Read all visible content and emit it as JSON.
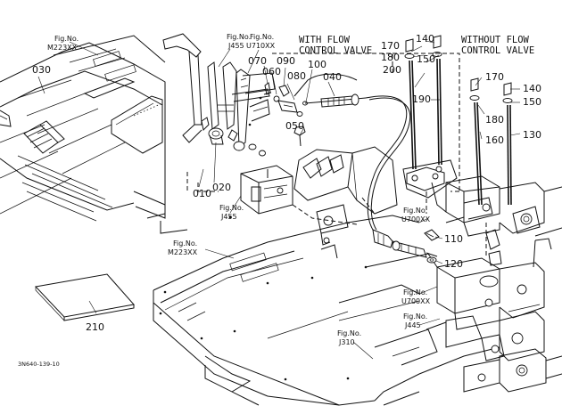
{
  "headers": {
    "with_flow_line1": "WITH FLOW",
    "with_flow_line2": "CONTROL VALVE",
    "without_flow_line1": "WITHOUT FLOW",
    "without_flow_line2": "CONTROL VALVE"
  },
  "fig_refs": [
    {
      "id": "m223-top",
      "label": "Fig.No.",
      "code": "M223XX"
    },
    {
      "id": "j455-top",
      "label": "Fig.No.",
      "code": "J455"
    },
    {
      "id": "u710",
      "label": "Fig.No.",
      "code": "U710XX"
    },
    {
      "id": "j455-mid",
      "label": "Fig.No.",
      "code": "J455"
    },
    {
      "id": "m223-mid",
      "label": "Fig.No.",
      "code": "M223XX"
    },
    {
      "id": "u700-upper",
      "label": "Fig.No.",
      "code": "U700XX"
    },
    {
      "id": "u700-lower",
      "label": "Fig.No.",
      "code": "U700XX"
    },
    {
      "id": "j445",
      "label": "Fig.No.",
      "code": "J445"
    },
    {
      "id": "j310",
      "label": "Fig.No.",
      "code": "J310"
    }
  ],
  "parts": [
    {
      "id": "p030",
      "num": "030"
    },
    {
      "id": "p070",
      "num": "070"
    },
    {
      "id": "p090",
      "num": "090"
    },
    {
      "id": "p060",
      "num": "060"
    },
    {
      "id": "p080",
      "num": "080"
    },
    {
      "id": "p100",
      "num": "100"
    },
    {
      "id": "p040",
      "num": "040"
    },
    {
      "id": "p050",
      "num": "050"
    },
    {
      "id": "p020",
      "num": "020"
    },
    {
      "id": "p010",
      "num": "010"
    },
    {
      "id": "p170a",
      "num": "170"
    },
    {
      "id": "p140a",
      "num": "140"
    },
    {
      "id": "p180a",
      "num": "180"
    },
    {
      "id": "p150a",
      "num": "150"
    },
    {
      "id": "p200",
      "num": "200"
    },
    {
      "id": "p190",
      "num": "190"
    },
    {
      "id": "p170b",
      "num": "170"
    },
    {
      "id": "p140b",
      "num": "140"
    },
    {
      "id": "p150b",
      "num": "150"
    },
    {
      "id": "p180b",
      "num": "180"
    },
    {
      "id": "p160",
      "num": "160"
    },
    {
      "id": "p130",
      "num": "130"
    },
    {
      "id": "p110",
      "num": "110"
    },
    {
      "id": "p120",
      "num": "120"
    },
    {
      "id": "p210",
      "num": "210"
    }
  ],
  "drawing_code": "3N640-139-10"
}
